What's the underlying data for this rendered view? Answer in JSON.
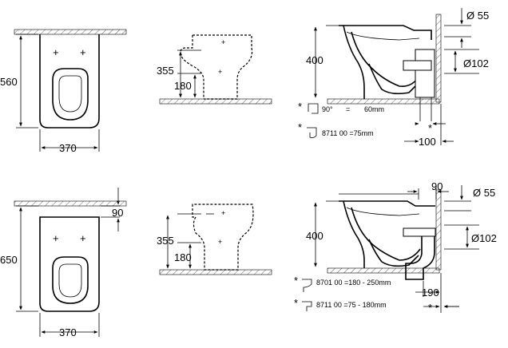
{
  "top_row": {
    "plan": {
      "height": "560",
      "width": "370"
    },
    "front": {
      "height": "355",
      "sub_height": "180"
    },
    "side": {
      "height": "400",
      "dia_small": "Ø 55",
      "dia_large": "Ø102",
      "bottom": "100",
      "star": "*",
      "note1_star": "*",
      "note1_angle": "90°",
      "note1_eq": "=",
      "note1_value": "60mm",
      "note2_star": "*",
      "note2_text": "8711 00  =75mm"
    }
  },
  "bottom_row": {
    "plan": {
      "height": "650",
      "width": "370",
      "top_offset": "90"
    },
    "front": {
      "height": "355",
      "sub_height": "180"
    },
    "side": {
      "height": "400",
      "top": "90",
      "dia_small": "Ø 55",
      "dia_large": "Ø102",
      "bottom": "190",
      "star": "*",
      "note1_star": "*",
      "note1_text": "8701 00  =180 - 250mm",
      "note2_star": "*",
      "note2_text": "8711 00  =75 -  180mm"
    }
  }
}
